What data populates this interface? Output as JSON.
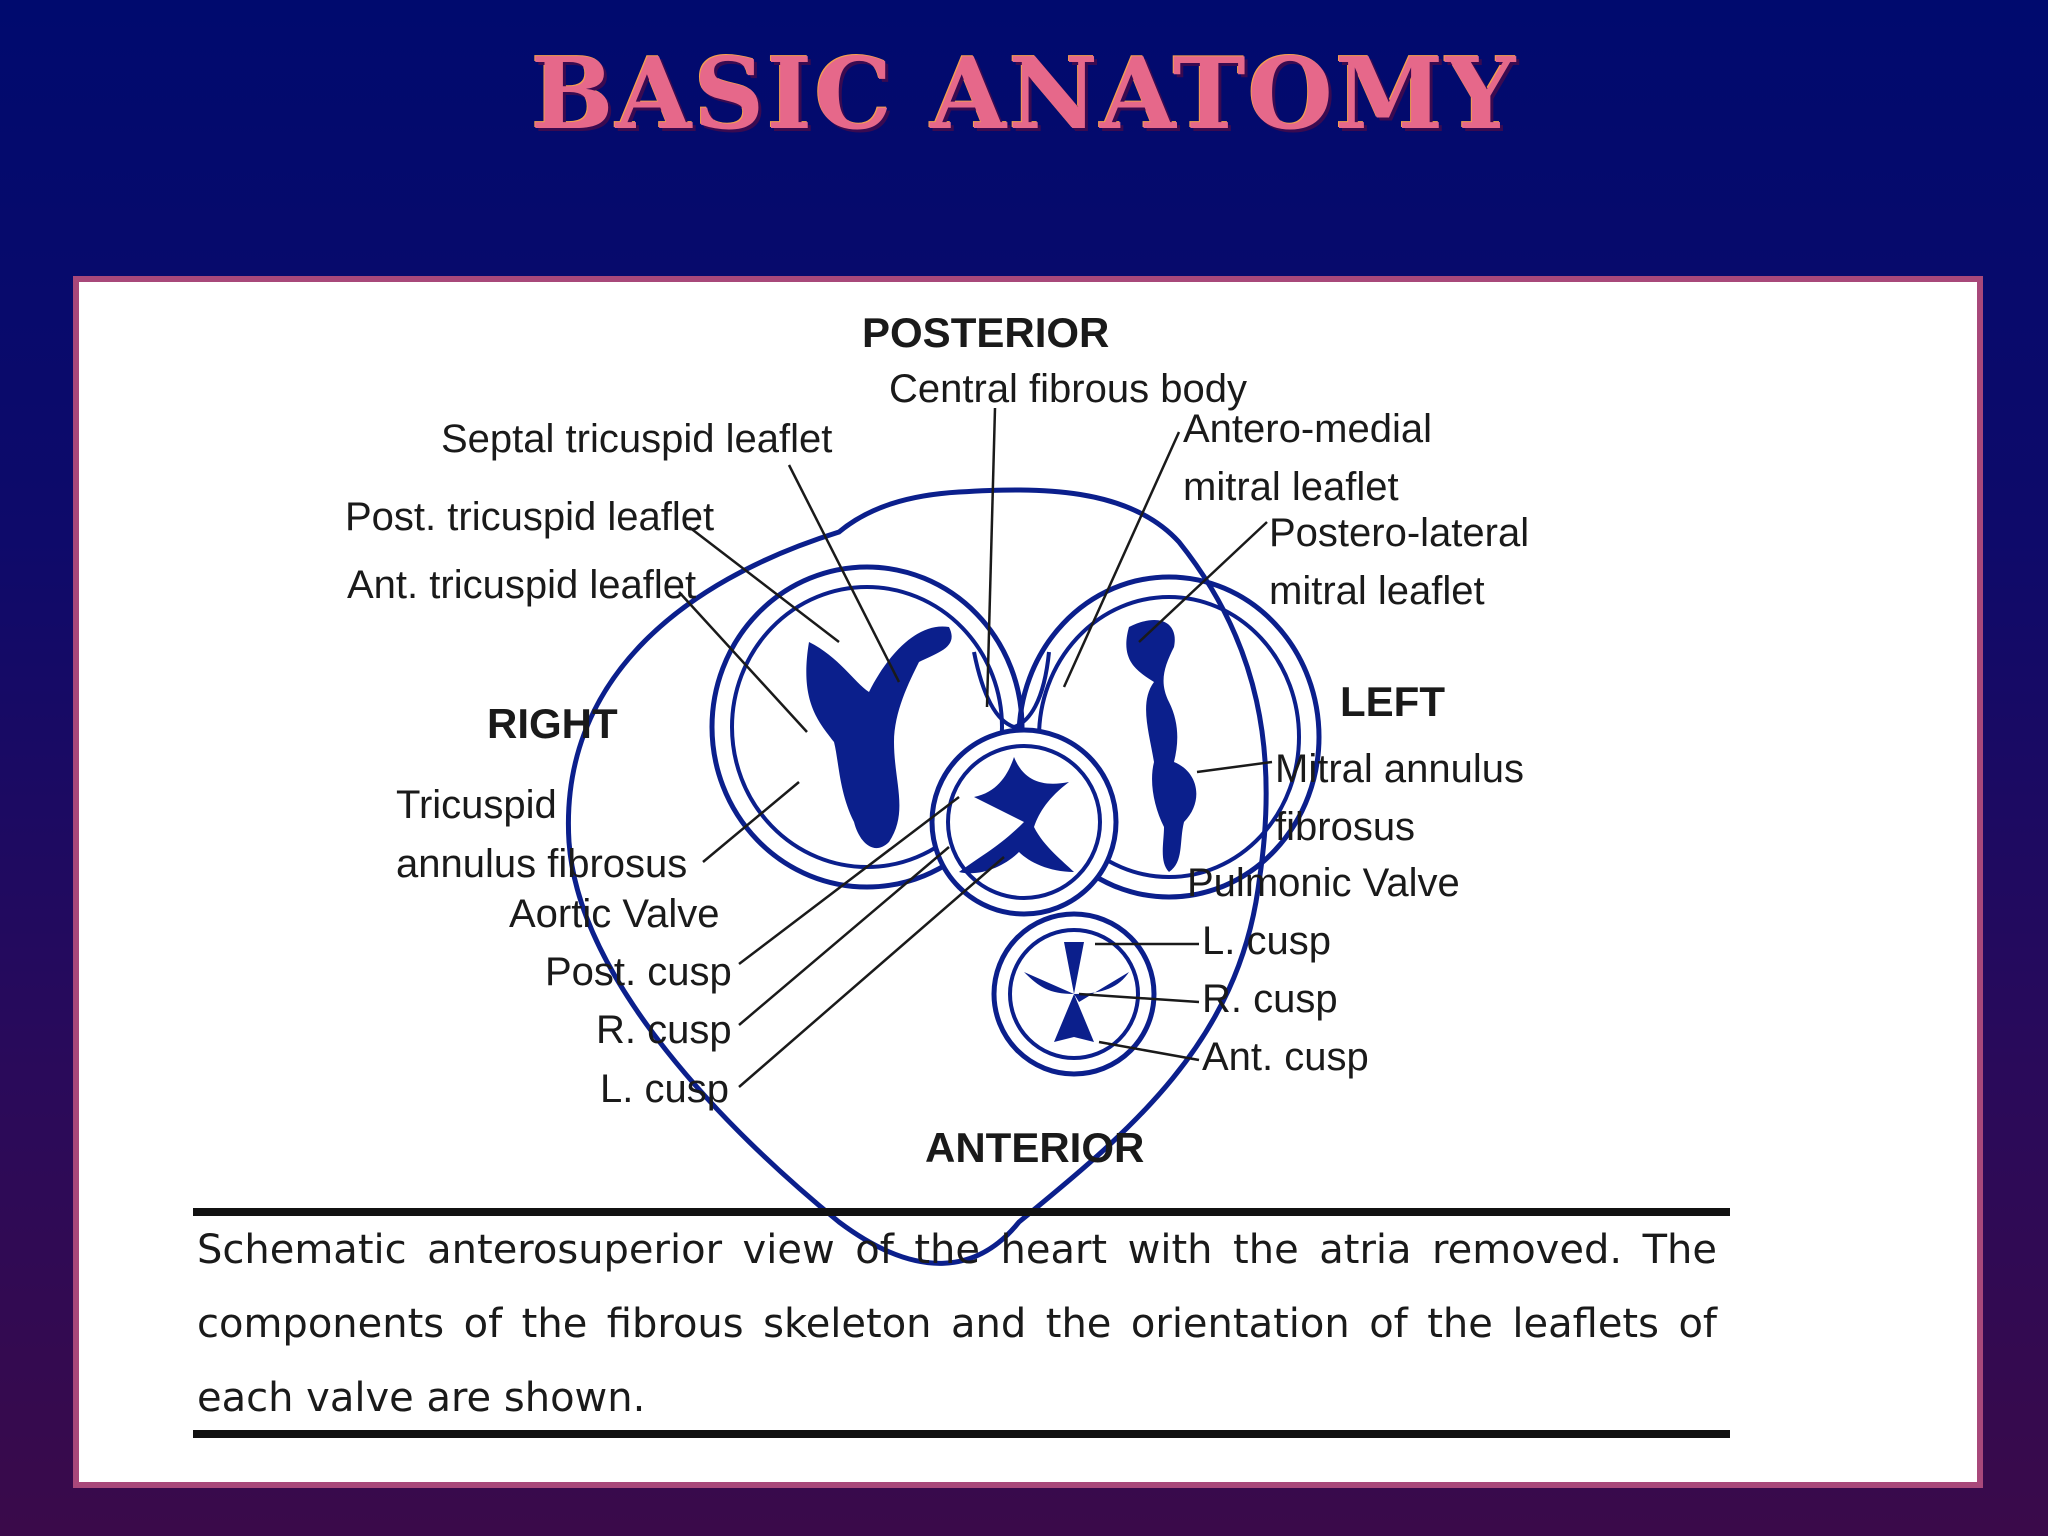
{
  "slide": {
    "title": "BASIC ANATOMY"
  },
  "diagram": {
    "orientation": {
      "posterior": "POSTERIOR",
      "anterior": "ANTERIOR",
      "right": "RIGHT",
      "left": "LEFT"
    },
    "labels": {
      "central_fibrous_body": "Central fibrous body",
      "septal_tricuspid_leaflet": "Septal tricuspid leaflet",
      "post_tricuspid_leaflet": "Post. tricuspid leaflet",
      "ant_tricuspid_leaflet": "Ant. tricuspid leaflet",
      "antero_medial_line1": "Antero-medial",
      "antero_medial_line2": "mitral leaflet",
      "postero_lateral_line1": "Postero-lateral",
      "postero_lateral_line2": "mitral leaflet",
      "tricuspid_annulus_line1": "Tricuspid",
      "tricuspid_annulus_line2": "annulus fibrosus",
      "mitral_annulus_line1": "Mitral annulus",
      "mitral_annulus_line2": "fibrosus",
      "aortic_valve": "Aortic Valve",
      "aortic_post_cusp": "Post. cusp",
      "aortic_r_cusp": "R. cusp",
      "aortic_l_cusp": "L. cusp",
      "pulmonic_valve": "Pulmonic Valve",
      "pulmonic_l_cusp": "L. cusp",
      "pulmonic_r_cusp": "R. cusp",
      "pulmonic_ant_cusp": "Ant. cusp"
    },
    "colors": {
      "structure": "#0b1f8c",
      "leader": "#1a1a1a"
    },
    "caption": "Schematic anterosuperior view of the heart with the atria removed. The components of the fibrous skeleton and the orientation of the leaflets of each valve are shown."
  }
}
